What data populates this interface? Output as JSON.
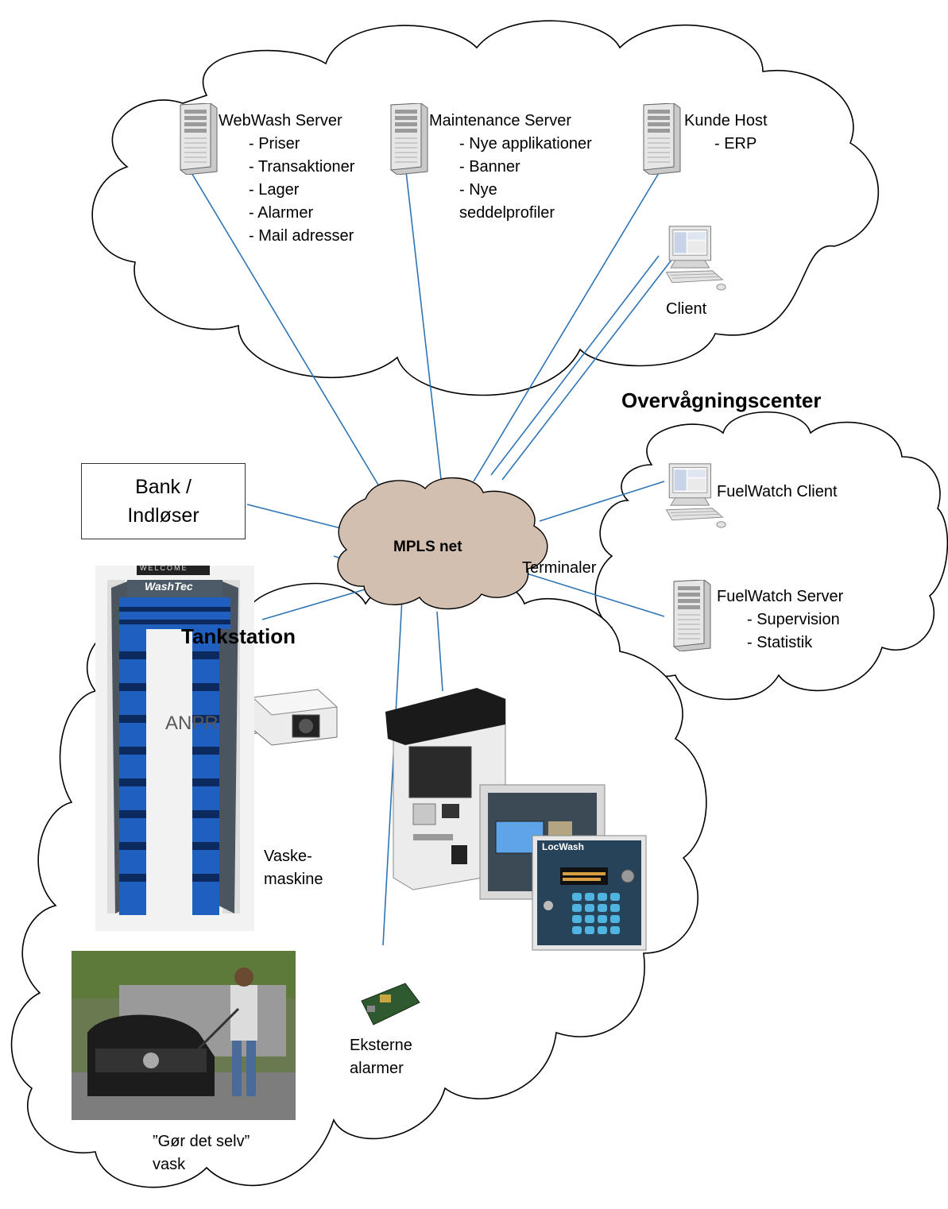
{
  "headings": {
    "monitoring_center": "Overvågningscenter",
    "station": "Tankstation"
  },
  "servers": {
    "webwash": {
      "title": "WebWash Server",
      "items": [
        "- Priser",
        "- Transaktioner",
        "- Lager",
        "- Alarmer",
        "- Mail adresser"
      ]
    },
    "maintenance": {
      "title": "Maintenance Server",
      "items": [
        "- Nye applikationer",
        "- Banner",
        "- Nye",
        "seddelprofiler"
      ]
    },
    "kunde_host": {
      "title": "Kunde Host",
      "items": [
        "- ERP"
      ]
    },
    "client": {
      "title": "Client"
    }
  },
  "bank": {
    "line1": "Bank /",
    "line2": "Indløser"
  },
  "network": {
    "label": "MPLS net"
  },
  "monitoring": {
    "fuelwatch_client": "FuelWatch Client",
    "fuelwatch_server": {
      "title": "FuelWatch Server",
      "items": [
        "- Supervision",
        "- Statistik"
      ]
    }
  },
  "station": {
    "anpr": "ANPR",
    "terminals": "Terminaler",
    "wash_machine": [
      "Vaske-",
      "maskine"
    ],
    "external_alarms": [
      "Eksterne",
      "alarmer"
    ],
    "self_wash": [
      "”Gør det selv”",
      "vask"
    ],
    "washtec_logo": "WashTec",
    "welcome_sign": "WELCOME",
    "locwash_logo": "LocWash"
  },
  "colors": {
    "link": "#2e75b6",
    "mpls_fill": "#d2bfb0",
    "brush": "#1f5fc0"
  }
}
